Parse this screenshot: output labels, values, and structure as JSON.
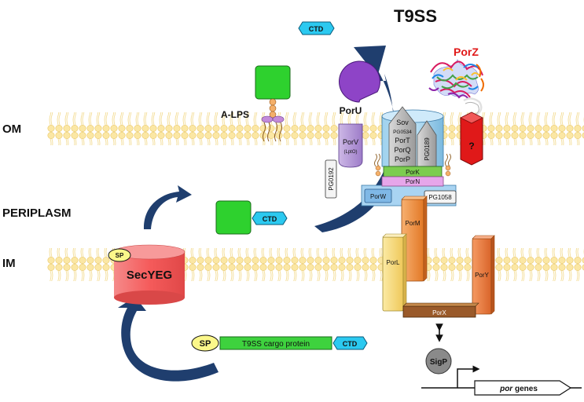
{
  "title": "T9SS",
  "regions": {
    "om": "OM",
    "periplasm": "PERIPLASM",
    "im": "IM"
  },
  "labels": {
    "alps": "A-LPS",
    "ctd": "CTD",
    "sp": "SP",
    "secyeg": "SecYEG",
    "cargo": "T9SS cargo protein",
    "poru": "PorU",
    "porv": "PorV",
    "porv_sub": "(LptO)",
    "porz": "PorZ",
    "unknown": "?",
    "sov": "Sov",
    "pg0534": "PG0534",
    "port": "PorT",
    "porq": "PorQ",
    "porp": "PorP",
    "pg0189": "PG0189",
    "pg0192": "PG0192",
    "pork": "PorK",
    "porn": "PorN",
    "porw": "PorW",
    "pg1058": "PG1058",
    "porm": "PorM",
    "porl": "PorL",
    "pory": "PorY",
    "porx": "PorX",
    "sigp": "SigP",
    "por_genes_em": "por",
    "por_genes_rest": " genes"
  },
  "colors": {
    "membrane": "#f8e79a",
    "lipid_head": "#fbe7a4",
    "arrow": "#1f3e6e",
    "ctd": "#2bc9f0",
    "cargo": "#3ed23e",
    "sp": "#fbf78a",
    "secyeg": "#f46a6a",
    "poru": "#8e44c7",
    "porv": "#b69ad6",
    "pork": "#7ccd4f",
    "porn": "#e6a6ea",
    "porz": "#e01919",
    "porm": "#f0913e",
    "porl": "#f5d97a",
    "pory": "#e87a45",
    "porx": "#9a5a2a",
    "sigp": "#8a8a8a"
  }
}
